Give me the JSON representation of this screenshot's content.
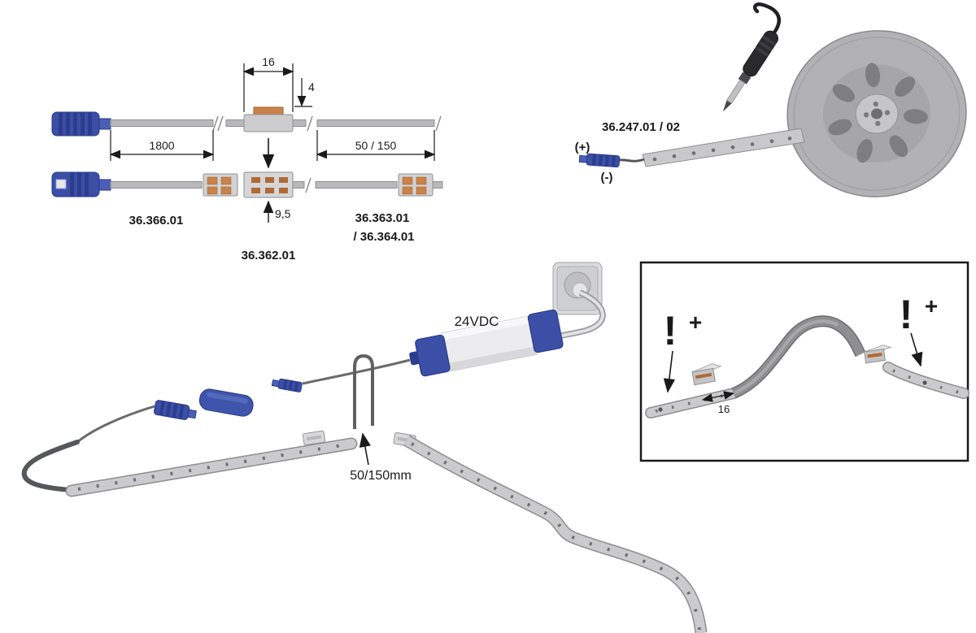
{
  "connector_drawing": {
    "dim_width": "16",
    "dim_height": "4",
    "dim_cable_length": "1800",
    "dim_strip_length": "50 / 150",
    "dim_clip_height": "9,5",
    "part_connector_cable": "36.366.01",
    "part_clip": "36.362.01",
    "part_strip_1": "36.363.01",
    "part_strip_2": "/ 36.364.01"
  },
  "reel_section": {
    "part": "36.247.01 / 02",
    "polarity_plus": "(+)",
    "polarity_minus": "(-)"
  },
  "installation": {
    "voltage": "24VDC",
    "cable_length": "50/150mm"
  },
  "inset": {
    "warning_left": "!",
    "plus_left": "+",
    "warning_right": "!",
    "plus_right": "+",
    "dim_pitch": "16"
  },
  "colors": {
    "connector_blue": "#3a4fa5",
    "copper": "#c8824a",
    "cable_gray": "#b9b9bc",
    "strip_gray": "#cbcbcd",
    "ink": "#1a1a1a"
  }
}
